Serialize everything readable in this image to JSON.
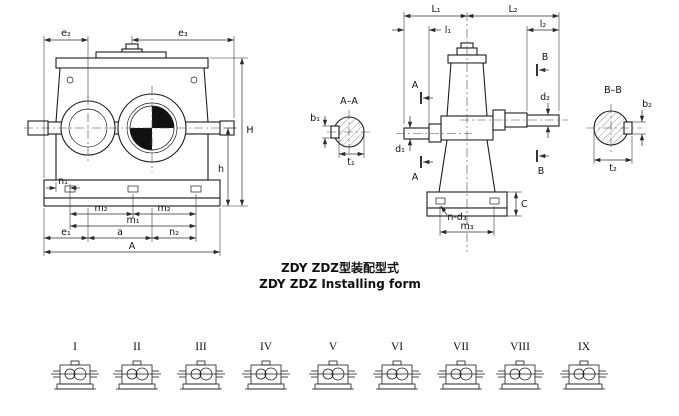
{
  "caption": {
    "title_cn": "ZDY ZDZ型装配型式",
    "title_en": "ZDY ZDZ Installing form"
  },
  "front_view": {
    "dims": {
      "e2": "e₂",
      "e3": "e₃",
      "H": "H",
      "h": "h",
      "n1": "n₁",
      "m2_left": "m₂",
      "m2_right": "m₂",
      "m1": "m₁",
      "e1": "e₁",
      "a": "a",
      "n2": "n₂",
      "A": "A"
    }
  },
  "section_aa": {
    "title": "A–A",
    "dims": {
      "b1": "b₁",
      "t1": "t₁"
    }
  },
  "side_view": {
    "dims": {
      "L1": "L₁",
      "L2": "L₂",
      "l1": "l₁",
      "l2": "l₂",
      "A_top": "A",
      "A_bottom": "A",
      "B_top": "B",
      "B_bottom": "B",
      "d1": "d₁",
      "d2": "d₂",
      "C": "C",
      "n_d3": "n-d₃",
      "m3": "m₃"
    }
  },
  "section_bb": {
    "title": "B–B",
    "dims": {
      "b2": "b₂",
      "t2": "t₂"
    }
  },
  "variants": [
    "I",
    "II",
    "III",
    "IV",
    "V",
    "VI",
    "VII",
    "VIII",
    "IX"
  ]
}
